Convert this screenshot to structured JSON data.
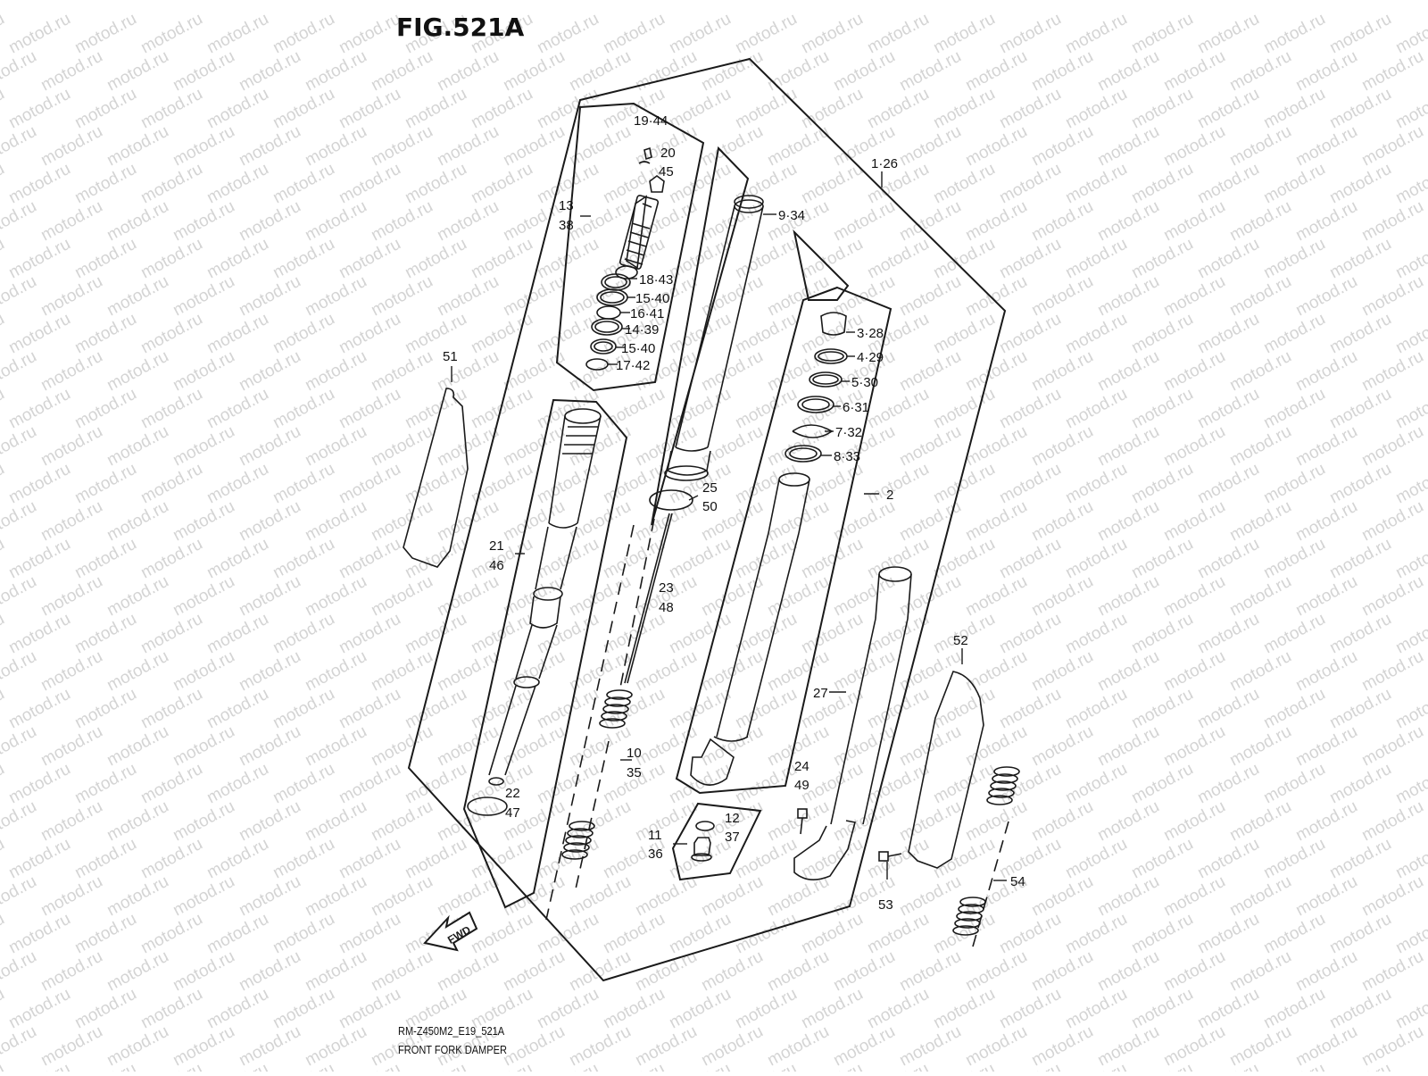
{
  "figure": {
    "title": "FIG.521A",
    "code": "RM-Z450M2_E19_521A",
    "name": "FRONT FORK DAMPER",
    "fwd_label": "FWD",
    "watermark": "motod.ru"
  },
  "callouts": {
    "c1": "1·26",
    "c2": "2",
    "c3": "3·28",
    "c4": "4·29",
    "c5": "5·30",
    "c6": "6·31",
    "c7": "7·32",
    "c8": "8·33",
    "c9": "9·34",
    "c10a": "10",
    "c10b": "35",
    "c11a": "11",
    "c11b": "36",
    "c12a": "12",
    "c12b": "37",
    "c13a": "13",
    "c13b": "38",
    "c14": "14·39",
    "c15a": "15·40",
    "c15b": "15·40",
    "c16": "16·41",
    "c17": "17·42",
    "c18": "18·43",
    "c19": "19·44",
    "c20a": "20",
    "c20b": "45",
    "c21a": "21",
    "c21b": "46",
    "c22a": "22",
    "c22b": "47",
    "c23a": "23",
    "c23b": "48",
    "c24a": "24",
    "c24b": "49",
    "c25a": "25",
    "c25b": "50",
    "c27": "27",
    "c51": "51",
    "c52": "52",
    "c53": "53",
    "c54": "54"
  },
  "colors": {
    "line": "#1a1a1a",
    "watermark": "#d4d4d4",
    "background": "#ffffff"
  }
}
